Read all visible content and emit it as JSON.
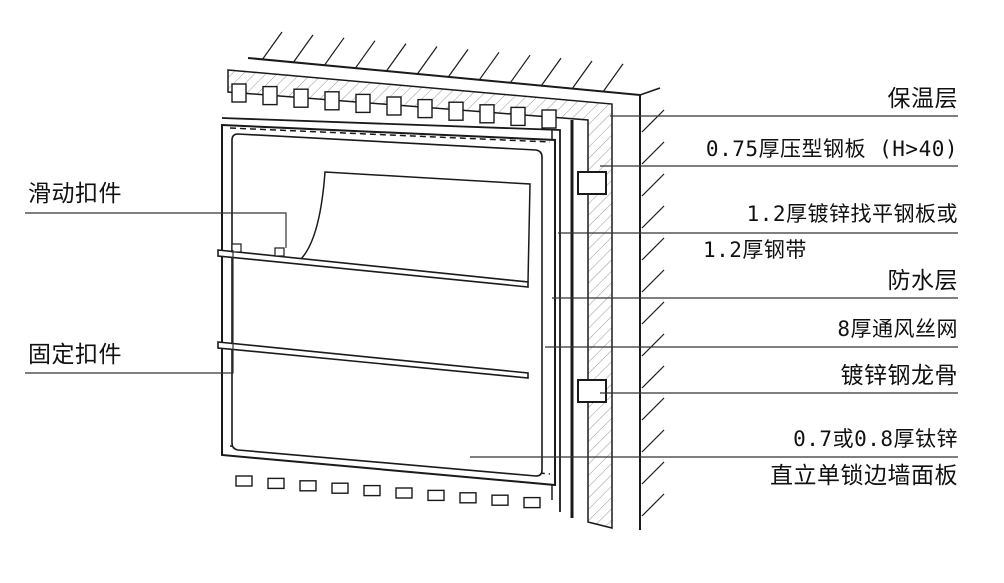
{
  "diagram": {
    "labels_left": {
      "sliding_clip": "滑动扣件",
      "fixed_clip": "固定扣件"
    },
    "labels_right": {
      "insulation": "保温层",
      "profiled_steel": "0.75厚压型钢板 (H>40)",
      "leveling_steel_line1": "1.2厚镀锌找平钢板或",
      "leveling_steel_line2": "1.2厚钢带",
      "waterproof": "防水层",
      "vent_mesh": "8厚通风丝网",
      "steel_keel": "镀锌钢龙骨",
      "panel_line1": "0.7或0.8厚钛锌",
      "panel_line2": "直立单锁边墙面板"
    },
    "colors": {
      "line": "#1a1a1a",
      "leader": "#333333",
      "background": "#ffffff"
    }
  }
}
